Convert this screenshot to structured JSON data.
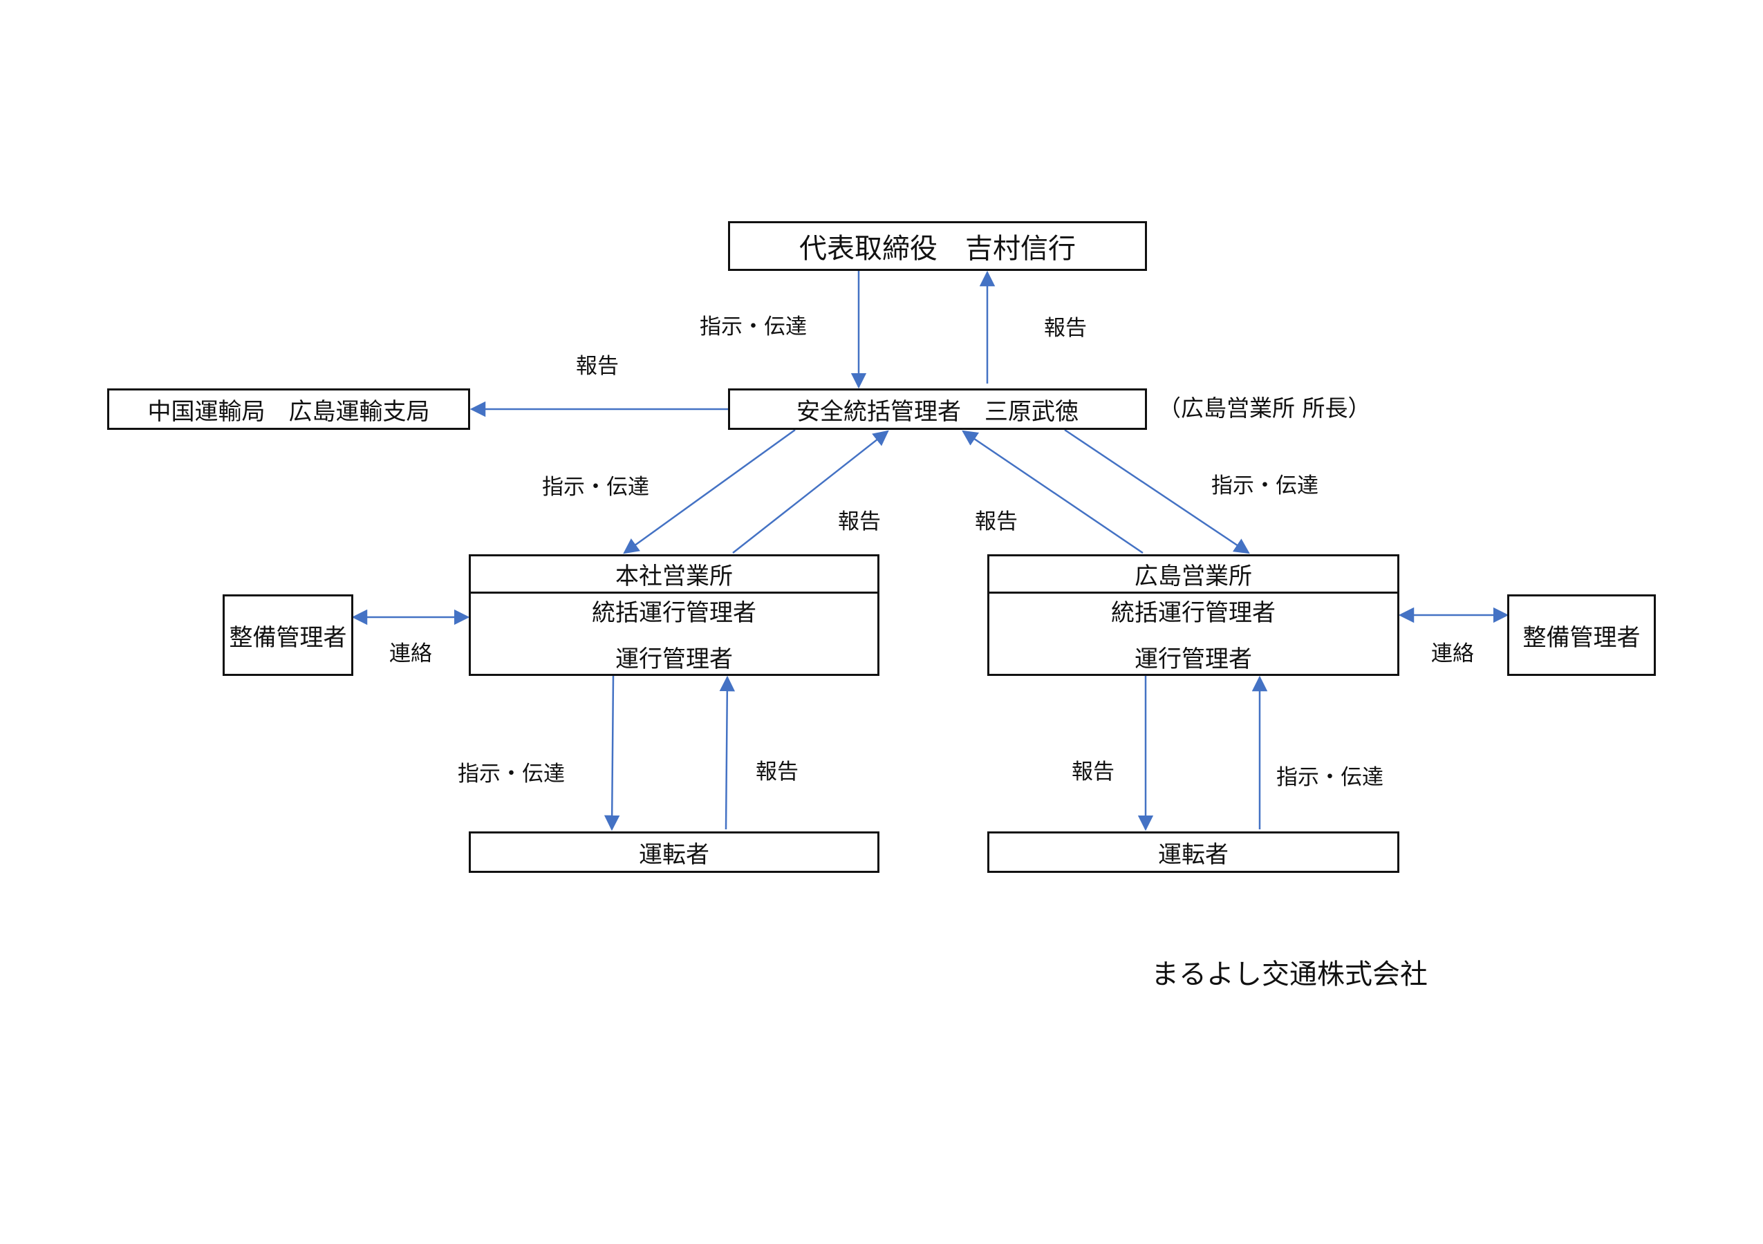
{
  "nodes": {
    "ceo": "代表取締役　吉村信行",
    "safety_manager": "安全統括管理者　三原武徳",
    "safety_manager_note": "（広島営業所 所長）",
    "transport_bureau": "中国運輸局　広島運輸支局",
    "head_office": {
      "title": "本社営業所",
      "line1": "統括運行管理者",
      "line2": "運行管理者"
    },
    "hiroshima_office": {
      "title": "広島営業所",
      "line1": "統括運行管理者",
      "line2": "運行管理者"
    },
    "maintenance_left": "整備管理者",
    "maintenance_right": "整備管理者",
    "driver_left": "運転者",
    "driver_right": "運転者"
  },
  "labels": {
    "instruct_ceo": "指示・伝達",
    "report_ceo": "報告",
    "report_bureau": "報告",
    "instruct_left": "指示・伝達",
    "report_left": "報告",
    "report_right": "報告",
    "instruct_right": "指示・伝達",
    "liaison_left": "連絡",
    "liaison_right": "連絡",
    "instruct_driver_left": "指示・伝達",
    "report_driver_left": "報告",
    "report_driver_right": "報告",
    "instruct_driver_right": "指示・伝達"
  },
  "company": "まるよし交通株式会社",
  "colors": {
    "arrow": "#4472C4",
    "border": "#111111"
  }
}
